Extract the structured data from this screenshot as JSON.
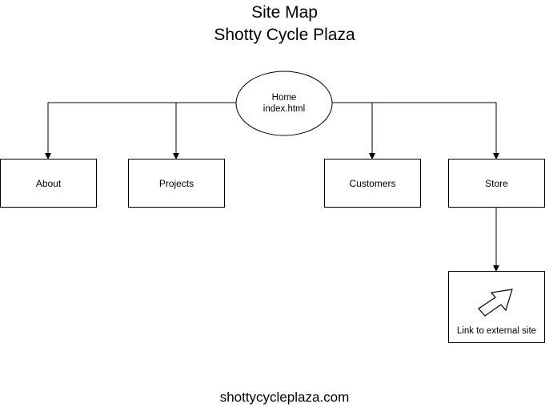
{
  "title": {
    "line1": "Site Map",
    "line2": "Shotty Cycle Plaza"
  },
  "home": {
    "name": "Home",
    "file": "index.html"
  },
  "pages": [
    {
      "label": "About"
    },
    {
      "label": "Projects"
    },
    {
      "label": "Customers"
    },
    {
      "label": "Store"
    }
  ],
  "external": {
    "label": "Link to external site",
    "icon": "arrow-up-right-icon"
  },
  "footer": "shottycycleplaza.com"
}
